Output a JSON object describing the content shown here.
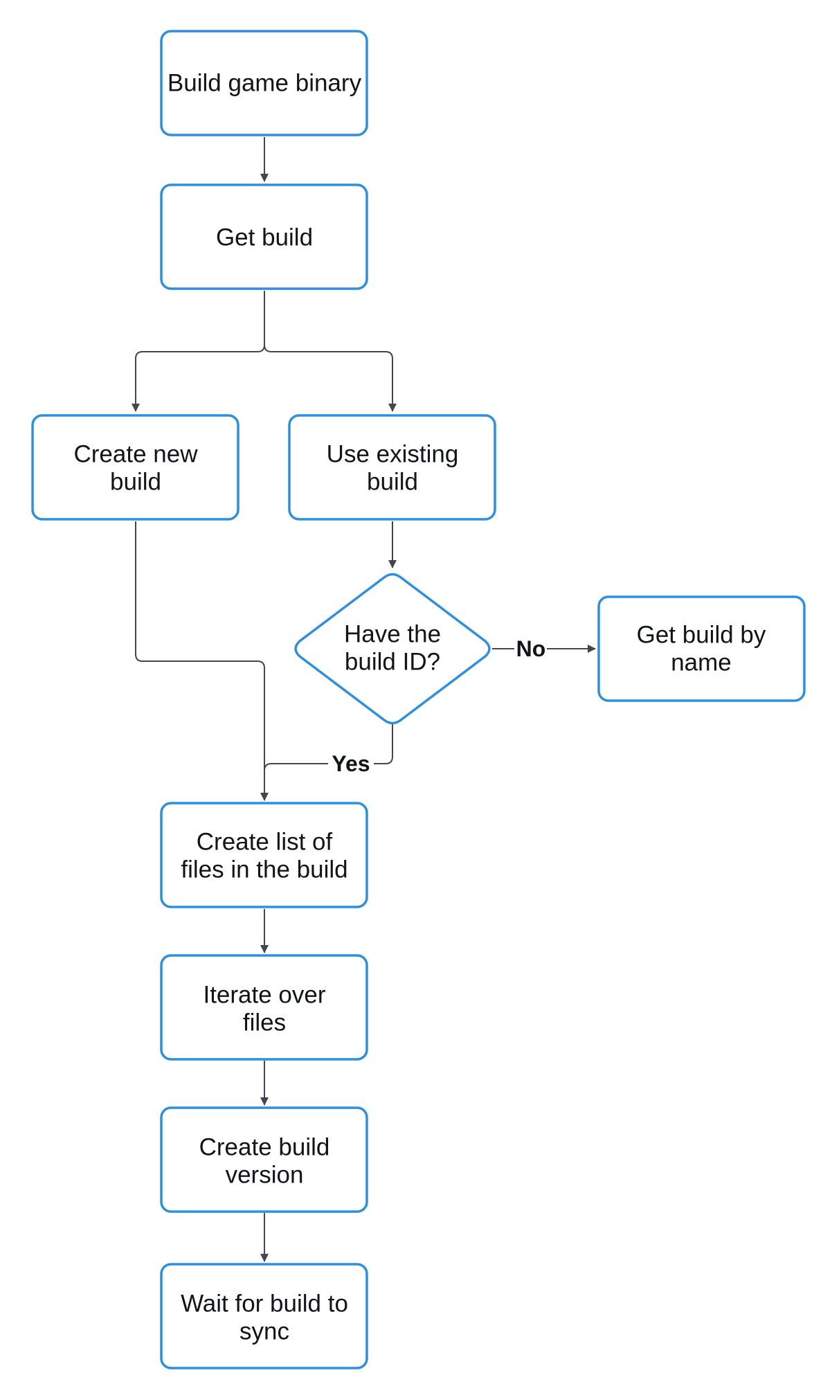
{
  "colors": {
    "node_border": "#2d8fe0",
    "node_fill": "#ffffff",
    "connector": "#414651",
    "text": "#111418"
  },
  "nodes": {
    "build_game_binary": [
      "Build game binary"
    ],
    "get_build": [
      "Get build"
    ],
    "create_new_build": [
      "Create new",
      "build"
    ],
    "use_existing_build": [
      "Use existing",
      "build"
    ],
    "have_build_id": [
      "Have the",
      "build ID?"
    ],
    "get_build_by_name": [
      "Get build by",
      "name"
    ],
    "create_list_of_files": [
      "Create list of",
      "files in the build"
    ],
    "iterate_over_files": [
      "Iterate over",
      "files"
    ],
    "create_build_version": [
      "Create build",
      "version"
    ],
    "wait_for_build_sync": [
      "Wait for build to",
      "sync"
    ]
  },
  "edge_labels": {
    "no": "No",
    "yes": "Yes"
  }
}
